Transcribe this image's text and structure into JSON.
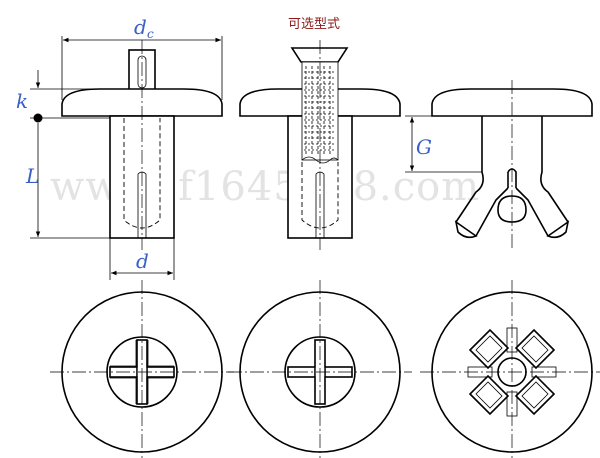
{
  "labels": {
    "dc_main": "d",
    "dc_sub": "c",
    "k": "k",
    "L": "L",
    "d": "d",
    "G": "G",
    "optional_style": "可选型式",
    "watermark": "www.jf1645888.com"
  }
}
